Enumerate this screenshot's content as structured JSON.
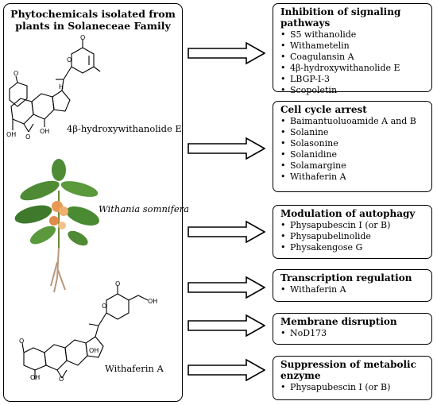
{
  "left_panel": {
    "title_line1": "Phytochemicals isolated  from",
    "title_line2": "plants in Solaneceae Family",
    "compound1_label": "4β-hydroxywithanolide E",
    "plant_label": "Withania somnifera",
    "compound2_label": "Withaferin A"
  },
  "boxes": [
    {
      "title": "Inhibition of signaling pathways",
      "items": [
        "S5 withanolide",
        "Withametelin",
        "Coagulansin A",
        "4β-hydroxywithanolide E",
        "LBGP-I-3",
        "Scopoletin"
      ]
    },
    {
      "title": "Cell cycle arrest",
      "items": [
        "Baimantuoluoamide A and B",
        "Solanine",
        "Solasonine",
        "Solanidine",
        "Solamargine",
        "Withaferin A"
      ]
    },
    {
      "title": "Modulation of autophagy",
      "items": [
        "Physapubescin I (or B)",
        "Physapubelinolide",
        "Physakengose G"
      ]
    },
    {
      "title": "Transcription regulation",
      "items": [
        "Withaferin A"
      ]
    },
    {
      "title": "Membrane disruption",
      "items": [
        "NoD173"
      ]
    },
    {
      "title_line1": "Suppression of metabolic",
      "title_line2": "enzyme",
      "items": [
        "Physapubescin I (or B)"
      ]
    }
  ],
  "molecule_atom_labels": {
    "oxygen": "O",
    "hydroxyl": "OH",
    "hydrogen": "H"
  }
}
